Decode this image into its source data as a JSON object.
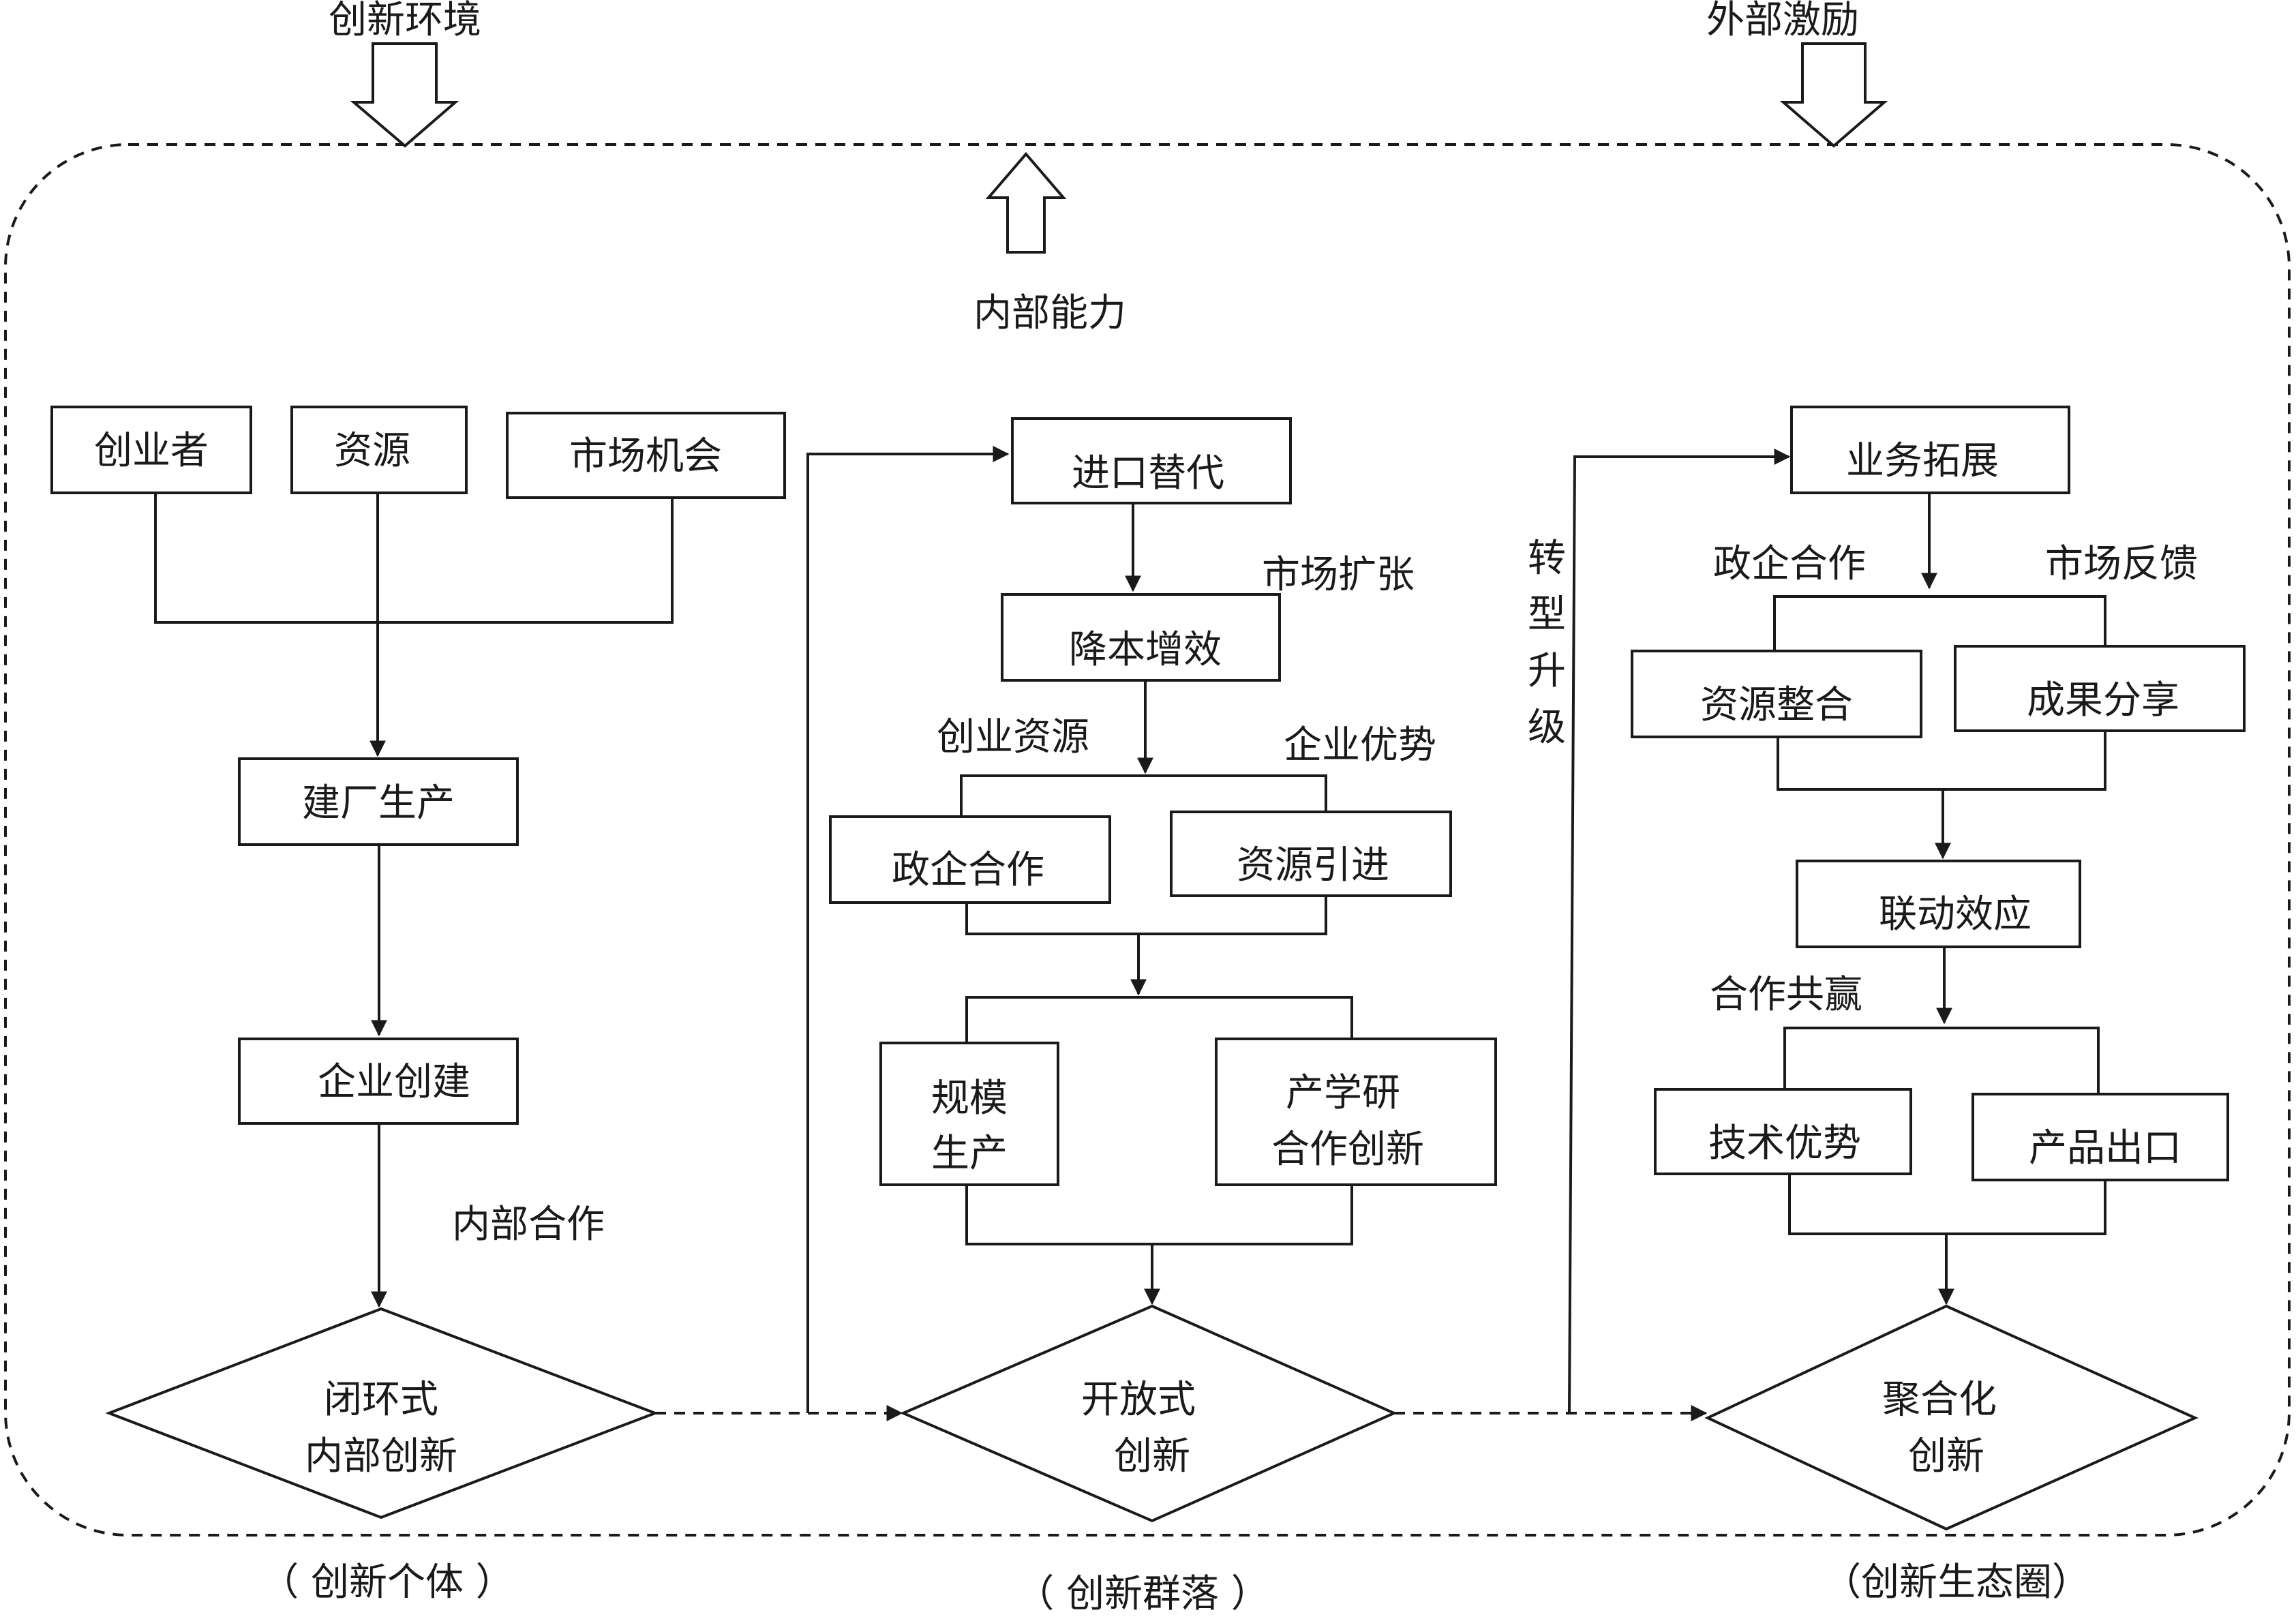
{
  "top": {
    "env_label": "创新环境",
    "incentive_label": "外部激励",
    "capability_label": "内部能力"
  },
  "stage1": {
    "founder": "创业者",
    "resources": "资源",
    "market_opportunity": "市场机会",
    "factory_production": "建厂生产",
    "enterprise_founding": "企业创建",
    "internal_cooperation": "内部合作",
    "closed_innovation_line1": "闭环式",
    "closed_innovation_line2": "内部创新",
    "caption": "（ 创新个体 ）"
  },
  "stage2": {
    "import_substitution": "进口替代",
    "market_expansion": "市场扩张",
    "cost_efficiency": "降本增效",
    "startup_resources": "创业资源",
    "enterprise_advantage": "企业优势",
    "gov_enterprise_coop": "政企合作",
    "resource_introduction": "资源引进",
    "scale_line1": "规模",
    "scale_line2": "生产",
    "iur_line1": "产学研",
    "iur_line2": "合作创新",
    "open_innovation_line1": "开放式",
    "open_innovation_line2": "创新",
    "caption": "（ 创新群落 ）"
  },
  "transition": {
    "chars": [
      "转",
      "型",
      "升",
      "级"
    ]
  },
  "stage3": {
    "business_expansion": "业务拓展",
    "gov_enterprise_coop": "政企合作",
    "market_feedback": "市场反馈",
    "resource_integration": "资源整合",
    "result_sharing": "成果分享",
    "linkage_effect": "联动效应",
    "win_win": "合作共赢",
    "tech_advantage": "技术优势",
    "product_export": "产品出口",
    "aggregated_line1": "聚合化",
    "aggregated_line2": "创新",
    "caption": "（创新生态圈）"
  }
}
